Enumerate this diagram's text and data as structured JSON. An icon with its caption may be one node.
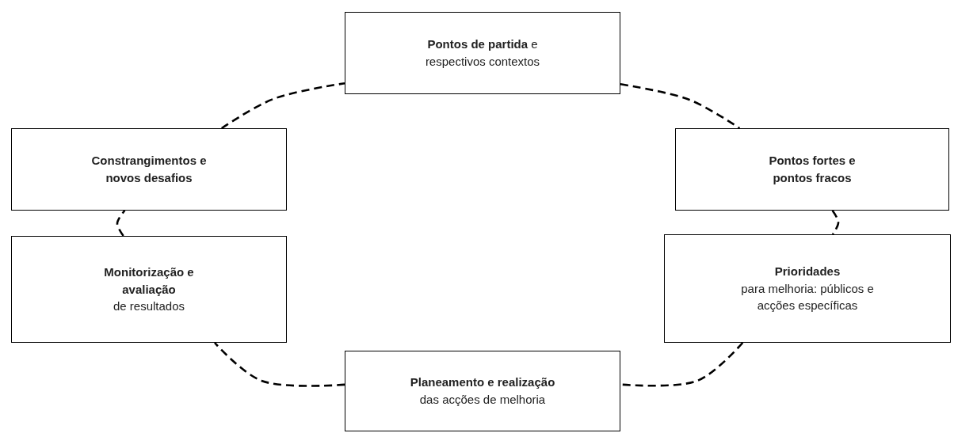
{
  "diagram": {
    "nodes": [
      {
        "text": [
          "**Pontos de partida** e respectivos contextos"
        ]
      },
      {
        "text": [
          "Constrangimentos e novos desafios"
        ]
      },
      {
        "text": [
          "Pontos fortes e pontos fracos"
        ]
      },
      {
        "text": [
          "Monitorização e avaliação",
          "de resultados"
        ]
      },
      {
        "text": [
          "Prioridades",
          "para melhoria: públicos e acções específicas"
        ]
      },
      {
        "text": [
          "Planeamento e realização",
          "das acções de melhoria"
        ]
      }
    ],
    "edges": [
      {
        "from": 0,
        "to": 2,
        "arrow": "none",
        "style": "dashed"
      },
      {
        "from": 2,
        "to": 4,
        "arrow": "none",
        "style": "dashed"
      },
      {
        "from": 4,
        "to": 5,
        "arrow": "none",
        "style": "dashed"
      },
      {
        "from": 5,
        "to": 3,
        "arrow": "none",
        "style": "dashed"
      },
      {
        "from": 3,
        "to": 1,
        "arrow": "none",
        "style": "dashed"
      },
      {
        "from": 1,
        "to": 0,
        "arrow": "none",
        "style": "dashed"
      }
    ]
  }
}
